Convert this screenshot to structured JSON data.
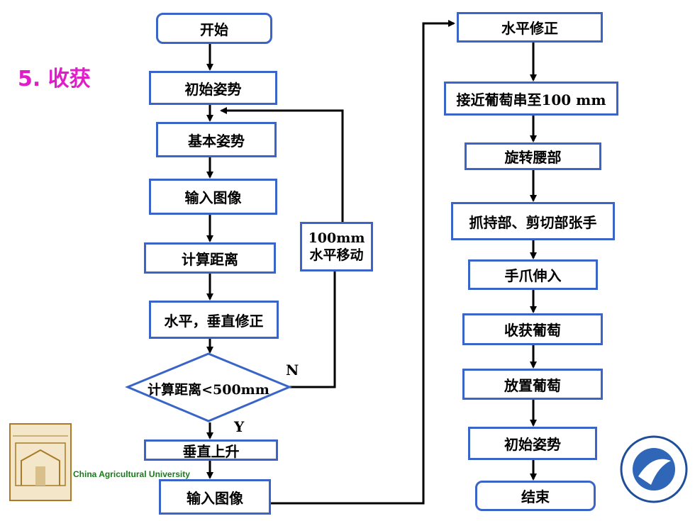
{
  "title": "5. 收获",
  "flow_left": {
    "start": "开始",
    "init_pose": "初始姿势",
    "basic_pose": "基本姿势",
    "input_image_1": "输入图像",
    "calc_distance": "计算距离",
    "correction": "水平，垂直修正",
    "decision": "计算距离<500mm",
    "vertical_up": "垂直上升",
    "input_image_2": "输入图像",
    "loop_box_line1": "100mm",
    "loop_box_line2": "水平移动",
    "label_n": "N",
    "label_y": "Y"
  },
  "flow_right": {
    "horizontal_fix": "水平修正",
    "approach": "接近葡萄串至100 mm",
    "rotate_waist": "旋转腰部",
    "open_hands": "抓持部、剪切部张手",
    "claw_in": "手爪伸入",
    "harvest": "收获葡萄",
    "place": "放置葡萄",
    "init_pose": "初始姿势",
    "end": "结束"
  },
  "logos": {
    "left_caption": "China Agricultural University"
  },
  "colors": {
    "box_border": "#3a64c8",
    "title": "#e01ec8",
    "caption": "#1a7a1a"
  }
}
